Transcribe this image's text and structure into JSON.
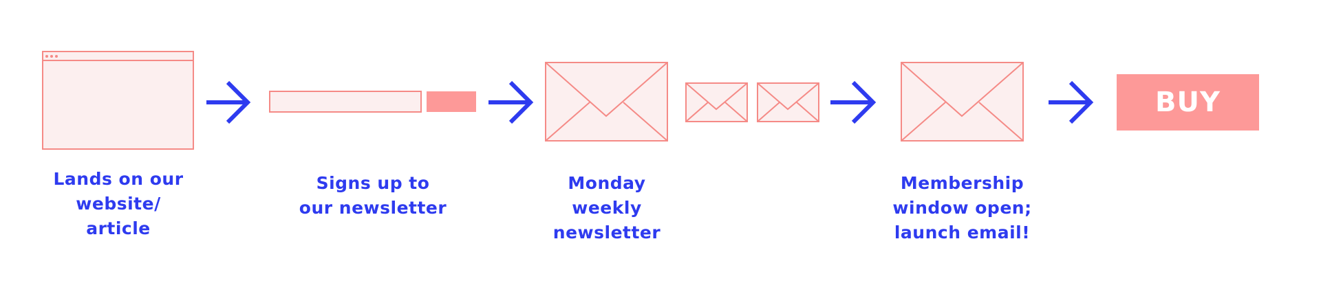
{
  "colors": {
    "accent": "#2E3BEF",
    "outline": "#F58A86",
    "fill_light": "#FCEFEF",
    "fill_solid": "#FD9998",
    "text_on_solid": "#FFFFFF"
  },
  "steps": [
    {
      "caption": "Lands on our\nwebsite/\narticle"
    },
    {
      "caption": "Signs up to\nour newsletter"
    },
    {
      "caption": "Monday\nweekly\nnewsletter"
    },
    {
      "caption": "Membership\nwindow open;\nlaunch email!"
    }
  ],
  "buy_button": {
    "label": "BUY"
  }
}
